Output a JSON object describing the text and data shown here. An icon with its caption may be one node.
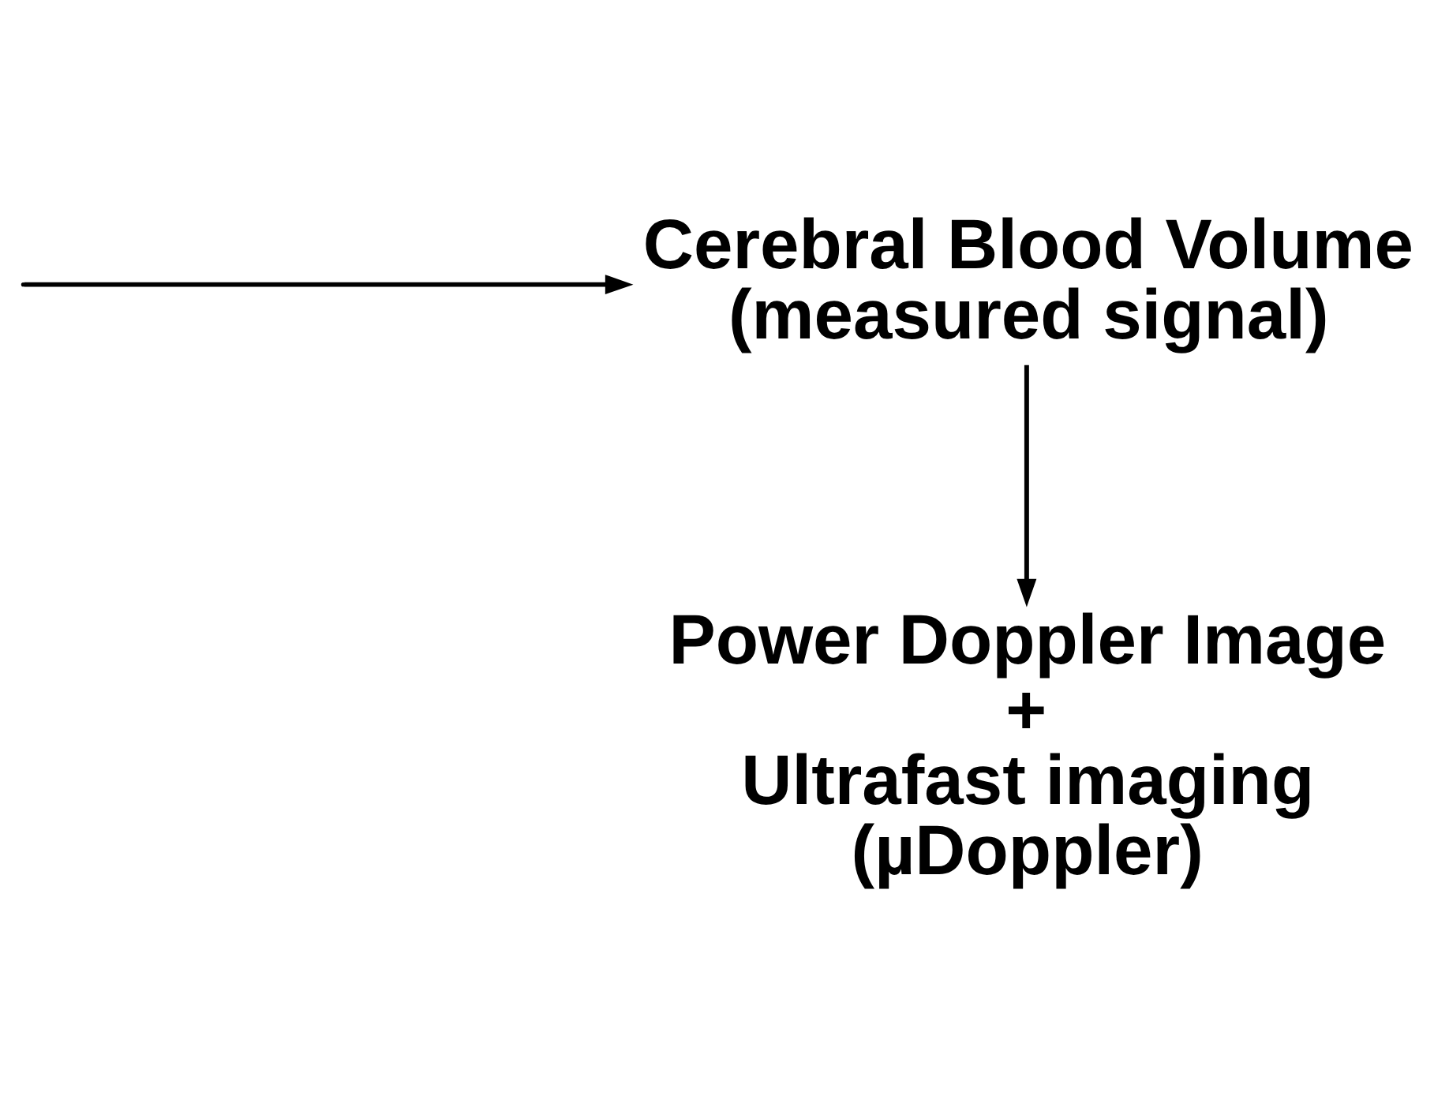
{
  "diagram": {
    "nodes": [
      {
        "text": [
          "Cerebral Blood Volume (measured signal)"
        ]
      },
      {
        "text": [
          "Power Doppler Image + Ultrafast imaging (µDoppler)"
        ]
      }
    ],
    "edges": [
      {
        "from": null,
        "to": 0,
        "arrow": "to"
      },
      {
        "from": 0,
        "to": 1,
        "arrow": "to"
      }
    ]
  }
}
